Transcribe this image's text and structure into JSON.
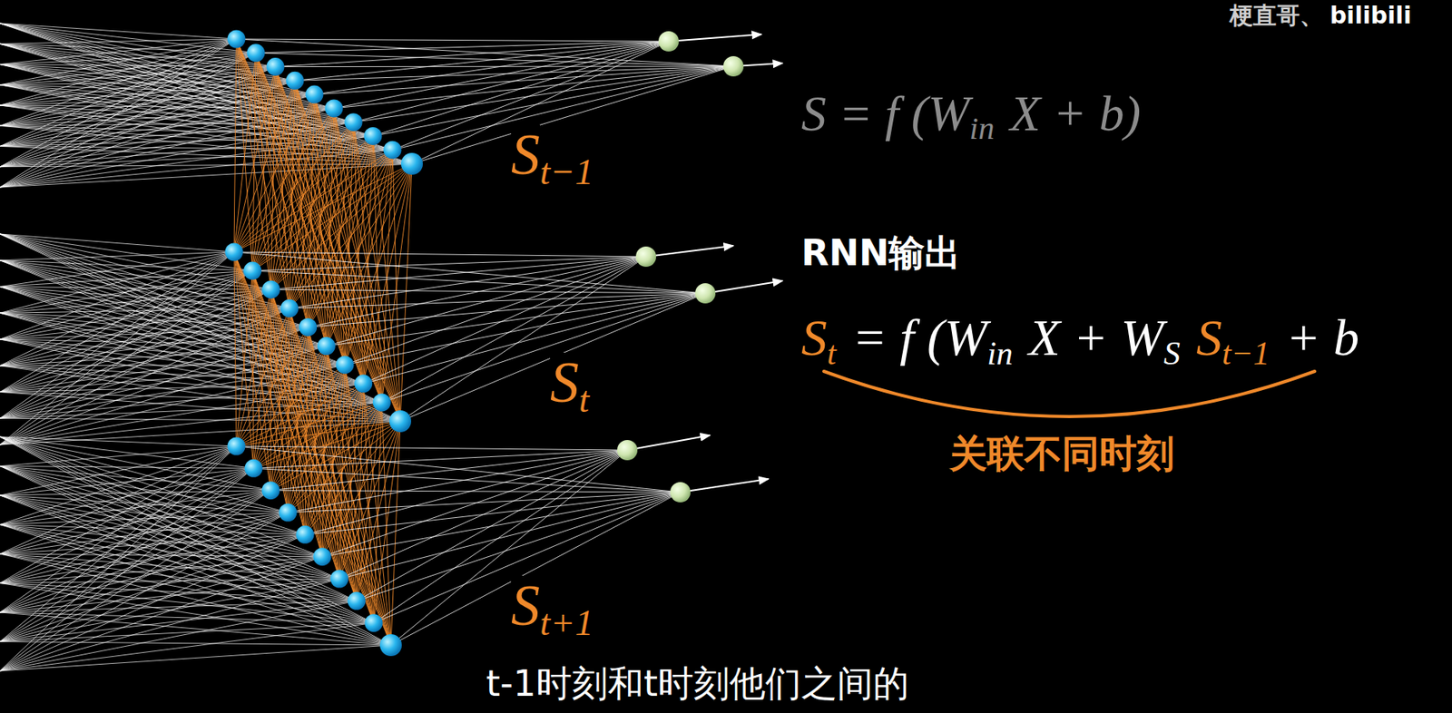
{
  "diagram": {
    "labels": [
      "S",
      "t−1",
      "S",
      "t",
      "S",
      "t+1",
      "S = f (W",
      "in",
      "X + b)",
      "RNN输出",
      "S",
      "t",
      "= f (W",
      "in",
      "X + W",
      "S",
      "S",
      "t−1",
      "+ b",
      "关联不同时刻",
      "t-1时刻和t时刻他们之间的",
      "梗直哥、",
      "bilibili"
    ]
  }
}
